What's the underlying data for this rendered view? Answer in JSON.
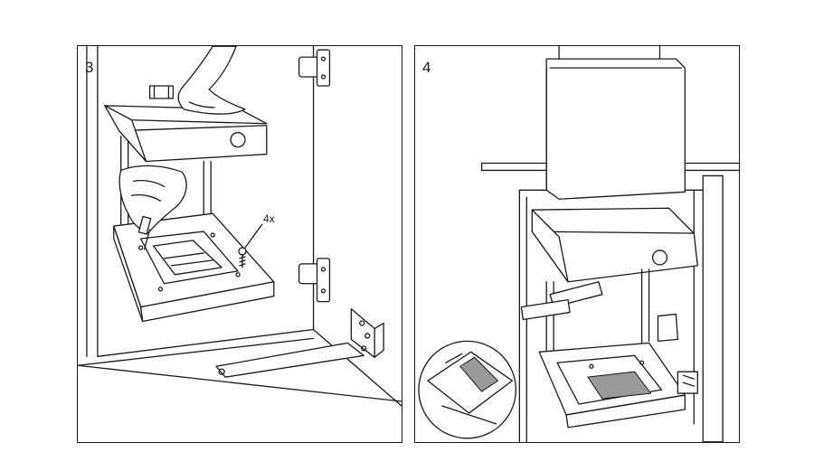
{
  "steps": [
    {
      "number": "3",
      "quantity_label": "4x"
    },
    {
      "number": "4"
    }
  ],
  "colors": {
    "line": "#1a1a1a",
    "background": "#ffffff",
    "hatch": "#9a9a9a"
  }
}
